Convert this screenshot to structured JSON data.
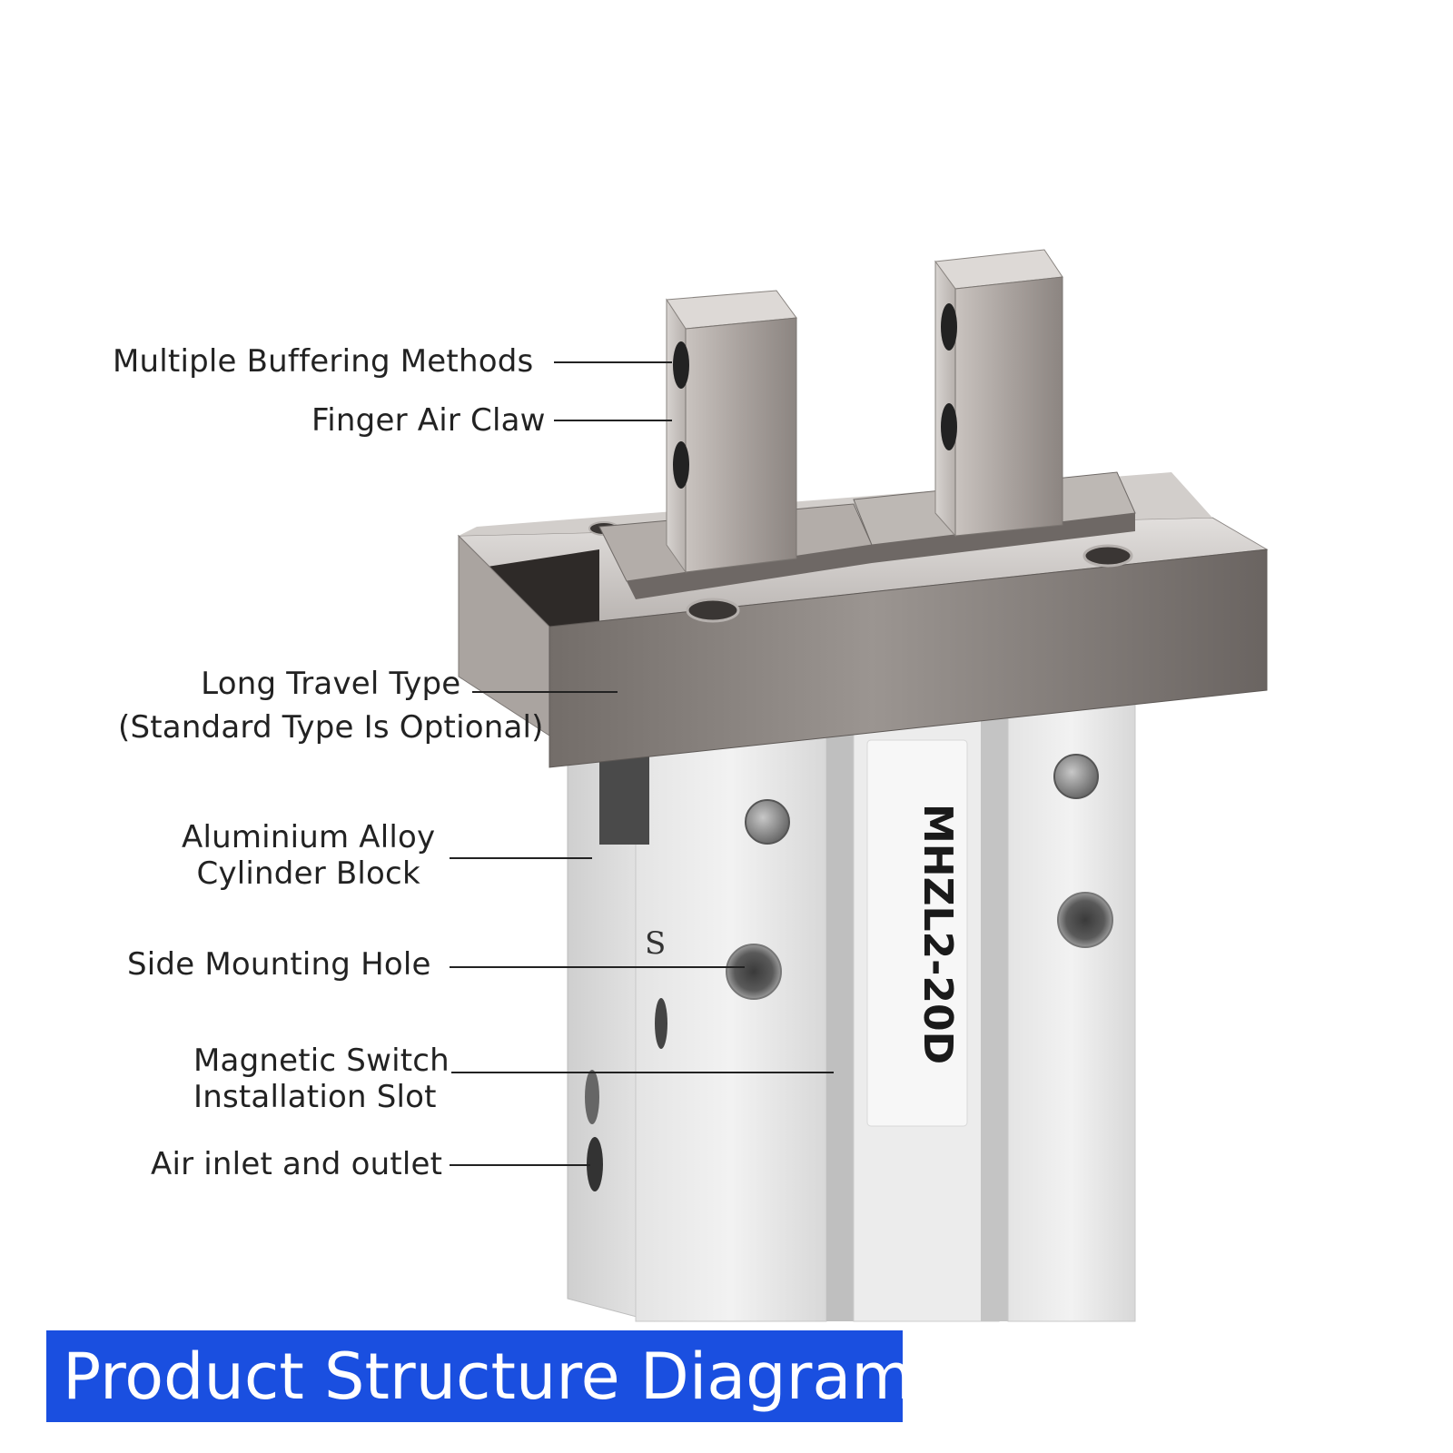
{
  "diagram": {
    "banner_title": "Product Structure Diagram",
    "product_label": "MHZL2-20D",
    "side_stamp": "S",
    "callouts": {
      "buffering": "Multiple Buffering Methods",
      "finger": "Finger Air Claw",
      "long_travel_1": "Long Travel Type",
      "long_travel_2": "(Standard Type Is Optional)",
      "aluminium_1": "Aluminium Alloy",
      "aluminium_2": "Cylinder Block",
      "side_hole": "Side Mounting Hole",
      "magnetic_1": "Magnetic Switch",
      "magnetic_2": "Installation Slot",
      "air": "Air inlet and outlet"
    },
    "colors": {
      "banner": "#1a4fe0",
      "metal_dark": "#6e6865",
      "metal_light": "#d9d9d9",
      "aluminium": "#e3e3e3"
    }
  }
}
